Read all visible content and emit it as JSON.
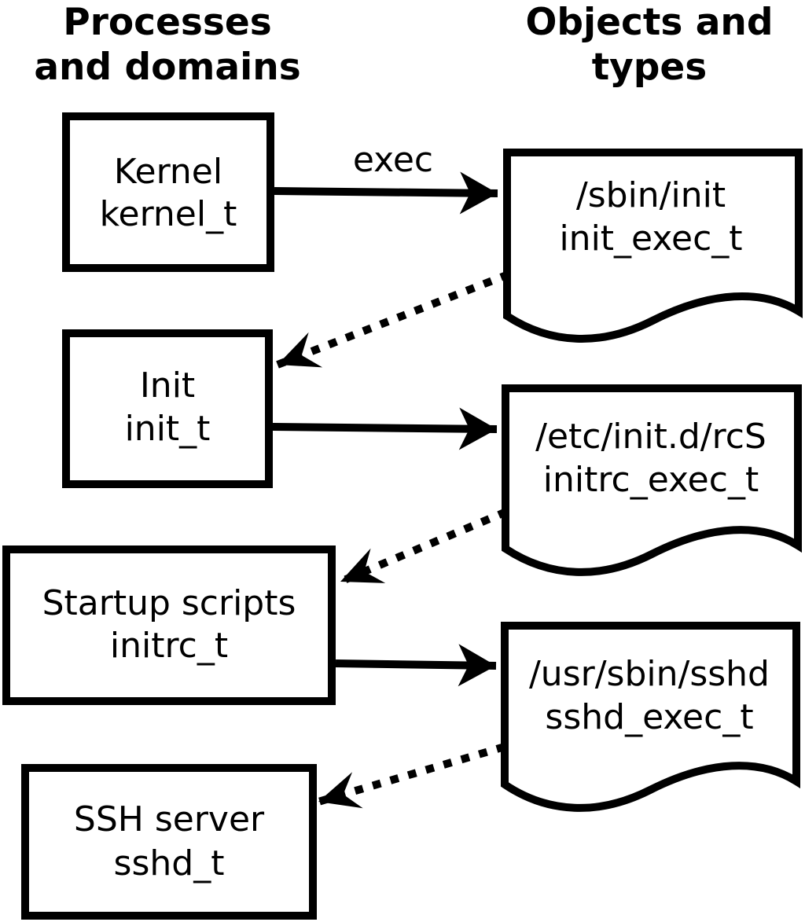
{
  "diagram": {
    "left_header": {
      "line1": "Processes",
      "line2": "and domains"
    },
    "right_header": {
      "line1": "Objects and",
      "line2": "types"
    },
    "processes": [
      {
        "label": "Kernel",
        "domain": "kernel_t"
      },
      {
        "label": "Init",
        "domain": "init_t"
      },
      {
        "label": "Startup scripts",
        "domain": "initrc_t"
      },
      {
        "label": "SSH server",
        "domain": "sshd_t"
      }
    ],
    "objects": [
      {
        "path": "/sbin/init",
        "type": "init_exec_t"
      },
      {
        "path": "/etc/init.d/rcS",
        "type": "initrc_exec_t"
      },
      {
        "path": "/usr/sbin/sshd",
        "type": "sshd_exec_t"
      }
    ],
    "labels": {
      "exec_arrow": "exec"
    },
    "colors": {
      "line": "#000000",
      "background": "#ffffff"
    }
  }
}
